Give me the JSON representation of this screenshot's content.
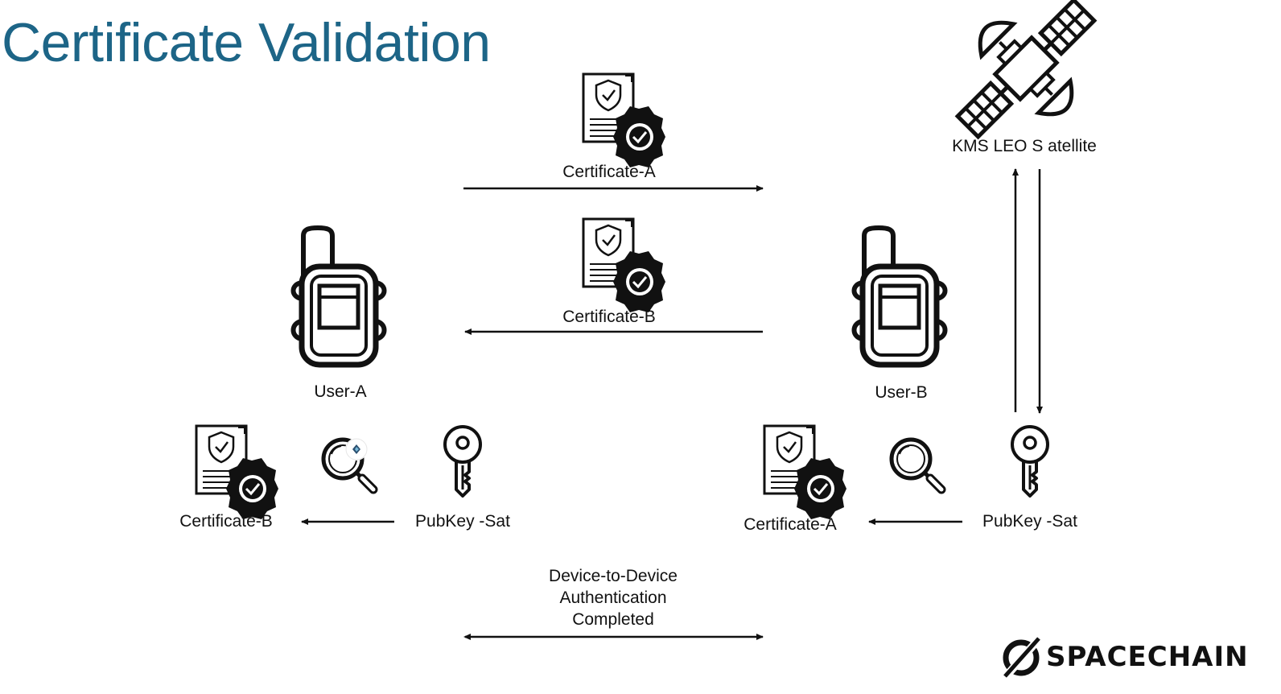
{
  "title": "Certificate Validation",
  "labels": {
    "certificate_a_top": "Certificate-A",
    "certificate_b_top": "Certificate-B",
    "satellite": "KMS LEO S atellite",
    "user_a": "User-A",
    "user_b": "User-B",
    "certificate_b_bottom": "Certificate-B",
    "pubkey_sat_left": "PubKey -Sat",
    "certificate_a_bottom": "Certificate-A",
    "pubkey_sat_right": "PubKey -Sat",
    "auth_line1": "Device-to-Device",
    "auth_line2": "Authentication",
    "auth_line3": "Completed"
  },
  "logo": {
    "text": "SPACECHAIN"
  },
  "icons": [
    "certificate-icon",
    "walkie-talkie-icon",
    "satellite-icon",
    "magnifier-icon",
    "key-icon",
    "spacechain-logo-icon"
  ]
}
